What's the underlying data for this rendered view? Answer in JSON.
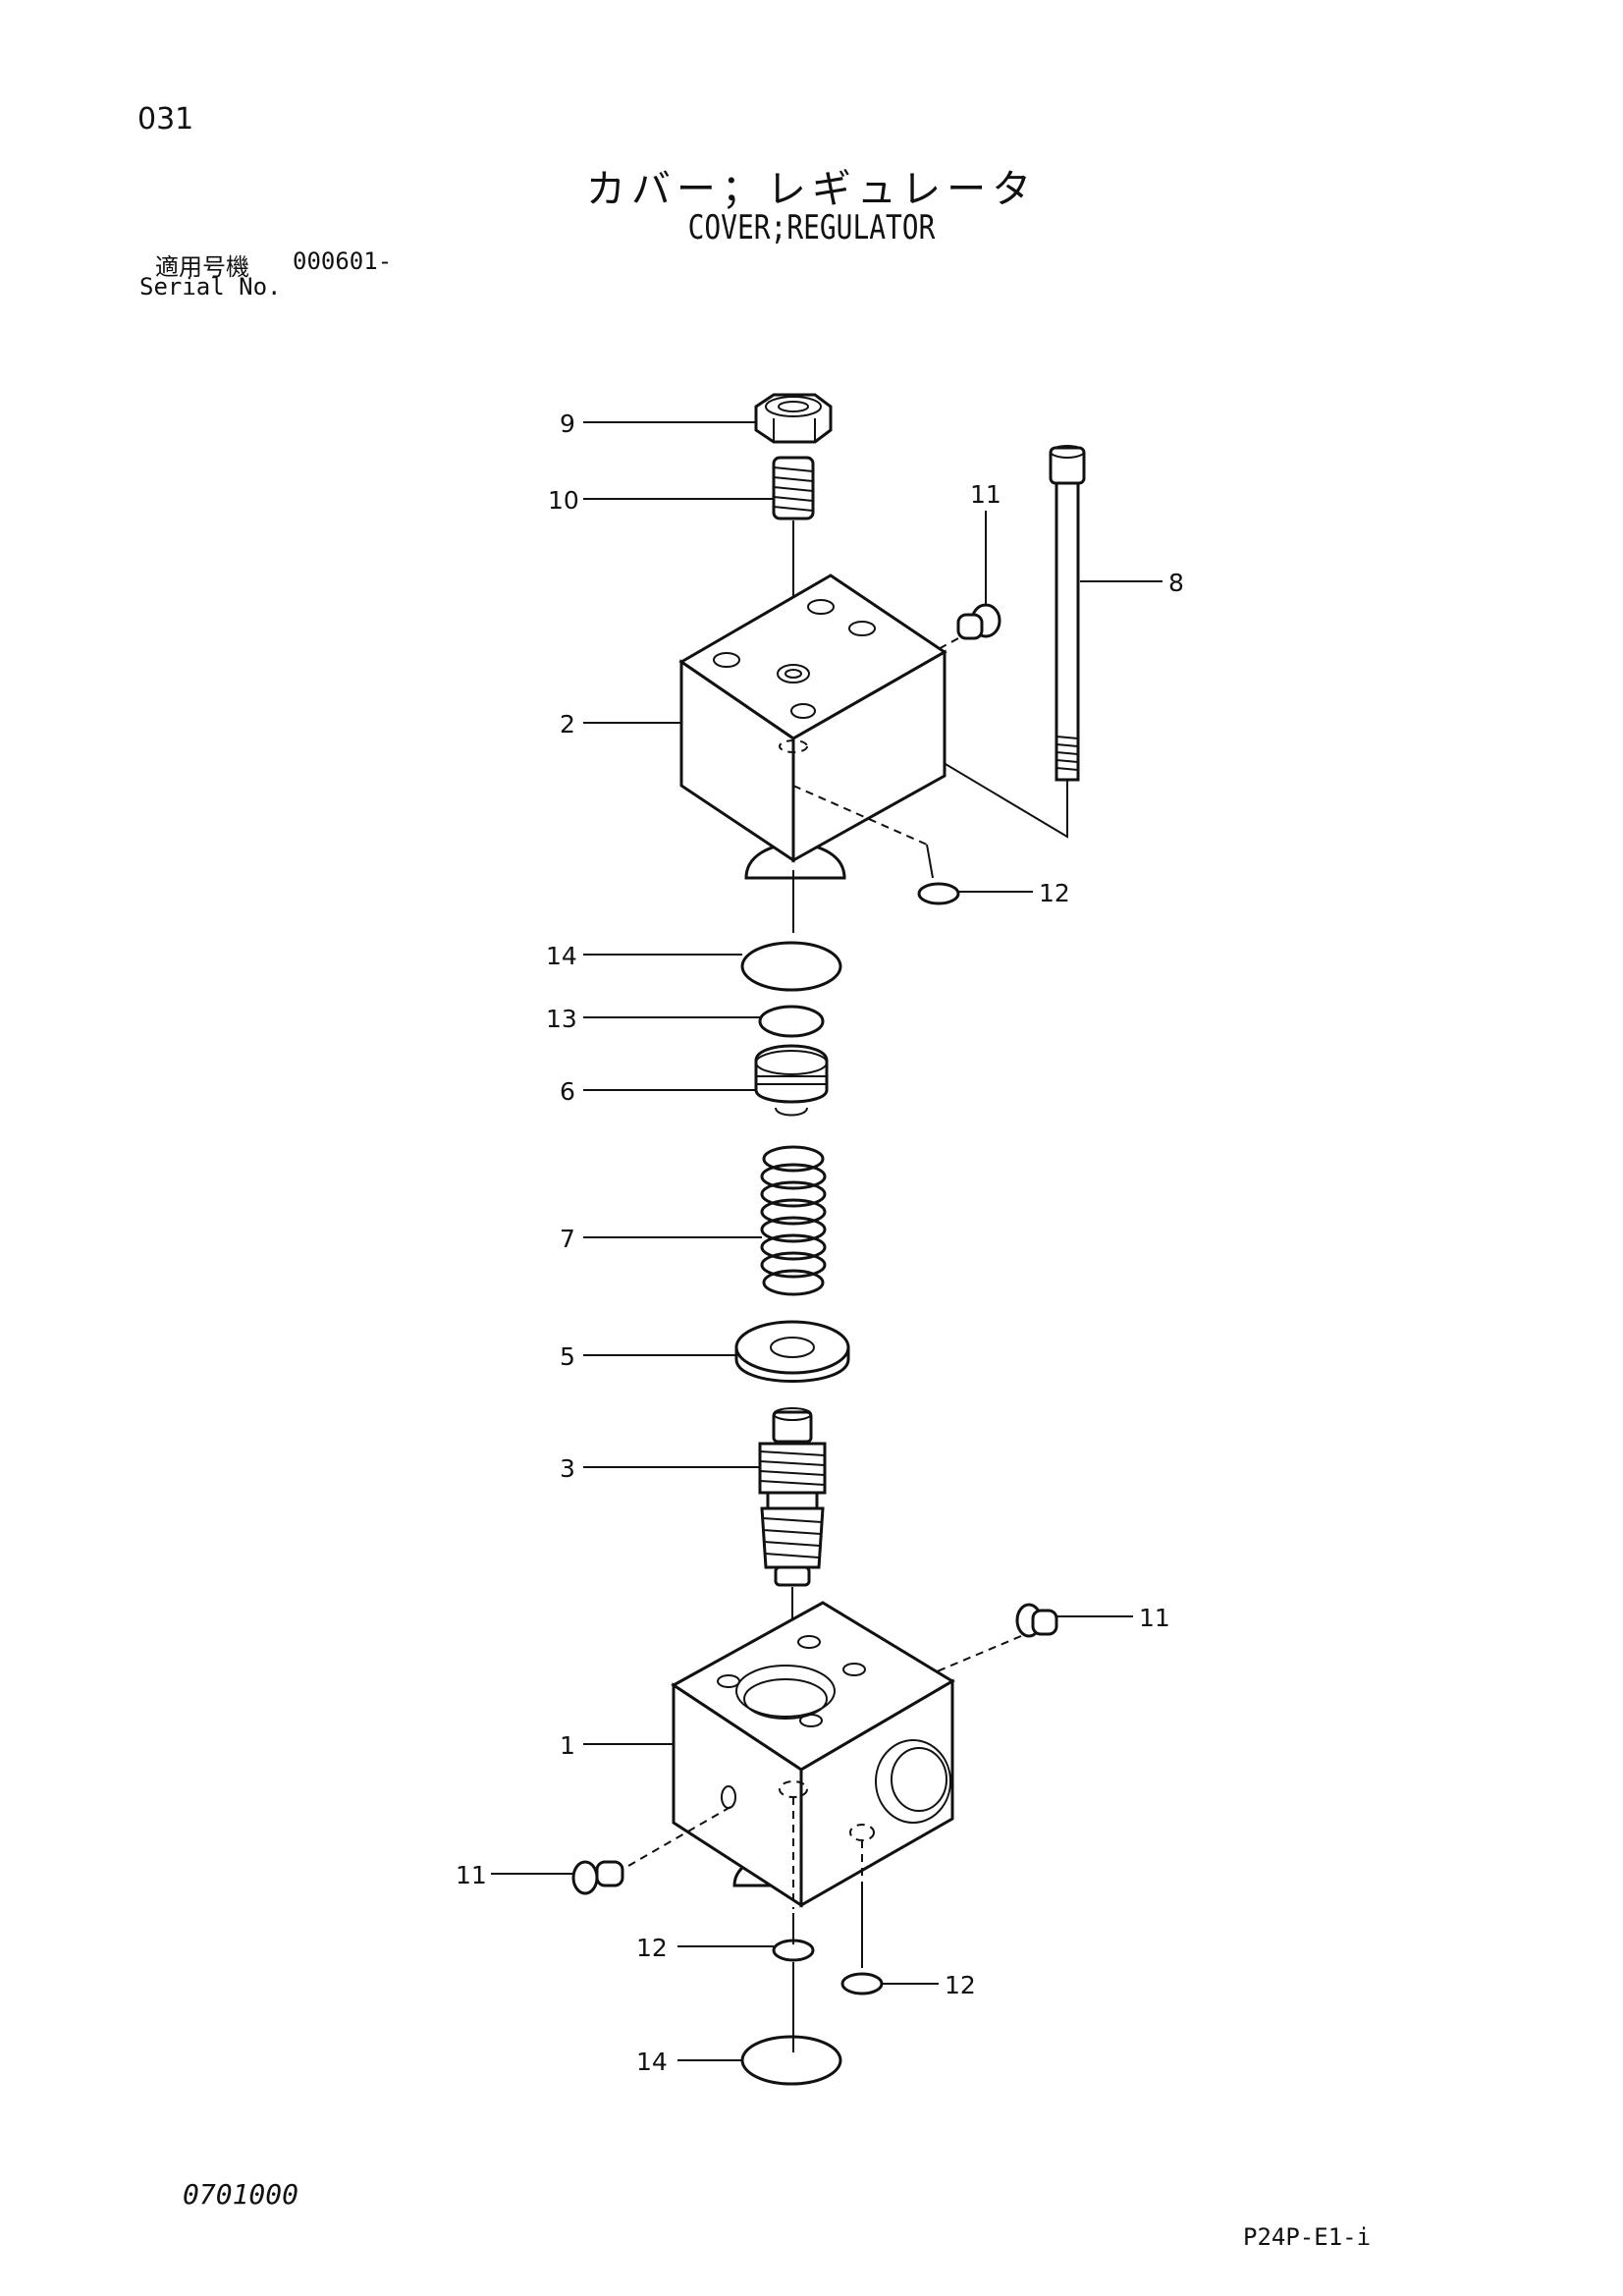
{
  "header": {
    "page_number": "031",
    "title_ja": "カバー；レギュレータ",
    "title_en": "COVER;REGULATOR",
    "serial_label_ja": "適用号機",
    "serial_value": "000601-",
    "serial_label_en": "Serial No."
  },
  "callouts": {
    "c9": "9",
    "c10": "10",
    "c11_top": "11",
    "c8": "8",
    "c2": "2",
    "c12_upper": "12",
    "c14_upper": "14",
    "c13": "13",
    "c6": "6",
    "c7": "7",
    "c5": "5",
    "c3": "3",
    "c11_right": "11",
    "c1": "1",
    "c11_left": "11",
    "c12_lower_left": "12",
    "c12_lower_right": "12",
    "c14_lower": "14"
  },
  "footer": {
    "code": "0701000",
    "page_ref": "P24P-E1-i"
  }
}
